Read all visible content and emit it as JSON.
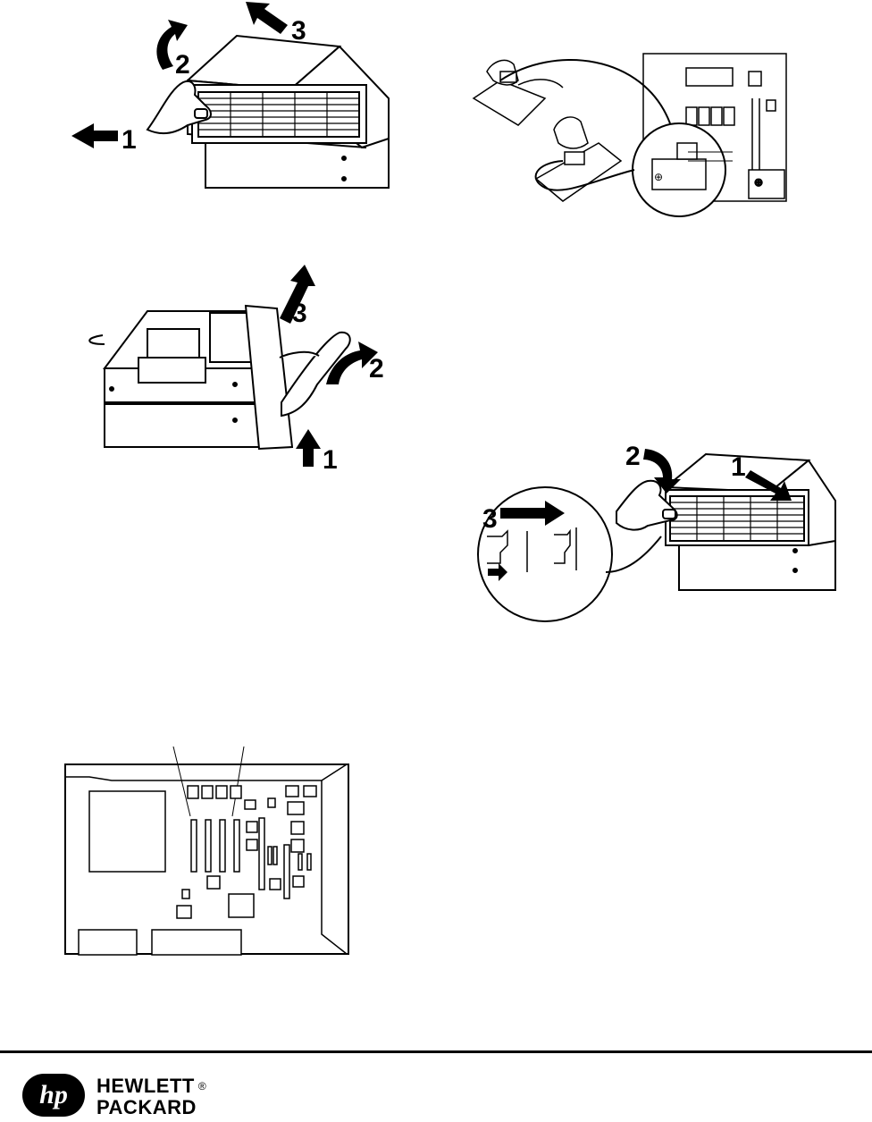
{
  "figures": {
    "remove_cover": {
      "steps": [
        "1",
        "2",
        "3"
      ]
    },
    "battery_replace": {
      "polarity_symbols": [
        "⊕",
        "⊕"
      ]
    },
    "lift_cover": {
      "steps": [
        "1",
        "2",
        "3"
      ]
    },
    "install_cover": {
      "steps": [
        "1",
        "2",
        "3"
      ]
    }
  },
  "branding": {
    "logo_text": "hp",
    "line1": "HEWLETT",
    "registered": "®",
    "line2": "PACKARD"
  }
}
